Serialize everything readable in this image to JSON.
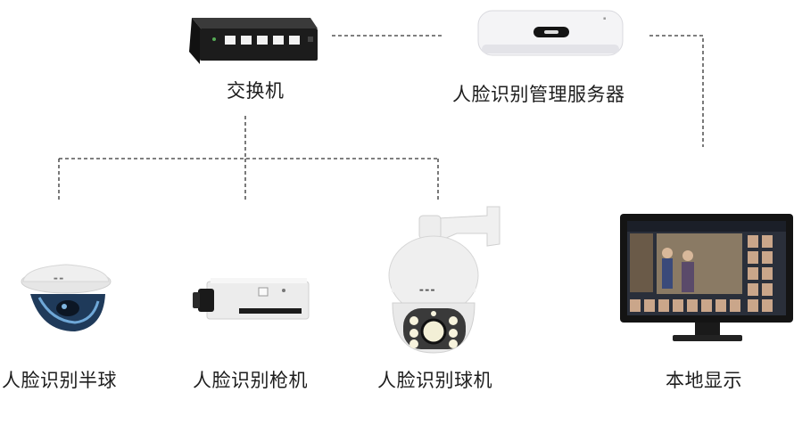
{
  "diagram": {
    "nodes": {
      "switch": {
        "label": "交换机",
        "icon": "network-switch-icon"
      },
      "server": {
        "label": "人脸识别管理服务器",
        "icon": "server-box-icon"
      },
      "dome_camera": {
        "label": "人脸识别半球",
        "icon": "dome-camera-icon"
      },
      "box_camera": {
        "label": "人脸识别枪机",
        "icon": "box-camera-icon"
      },
      "ptz_camera": {
        "label": "人脸识别球机",
        "icon": "ptz-camera-icon"
      },
      "monitor": {
        "label": "本地显示",
        "icon": "monitor-icon"
      }
    },
    "connector_style": "dashed",
    "colors": {
      "line": "#333333",
      "switch_body": "#1c1c1c",
      "server_body": "#f4f4f6",
      "camera_body": "#eeeeee",
      "screen": "#2a2f3a"
    }
  }
}
